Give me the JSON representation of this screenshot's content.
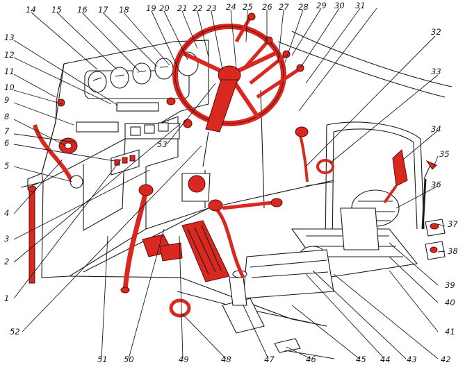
{
  "title": "",
  "colors": {
    "highlight": "#d82820",
    "ink": "#1a1a1a",
    "background": "#ffffff"
  },
  "callouts": [
    "1",
    "2",
    "3",
    "4",
    "5",
    "6",
    "7",
    "8",
    "9",
    "10",
    "11",
    "12",
    "13",
    "14",
    "15",
    "16",
    "17",
    "18",
    "19",
    "20",
    "21",
    "22",
    "23",
    "24",
    "25",
    "26",
    "27",
    "28",
    "29",
    "30",
    "31",
    "32",
    "33",
    "34",
    "35",
    "36",
    "37",
    "38",
    "39",
    "40",
    "41",
    "42",
    "43",
    "44",
    "45",
    "46",
    "47",
    "48",
    "49",
    "50",
    "51",
    "52",
    "53"
  ]
}
